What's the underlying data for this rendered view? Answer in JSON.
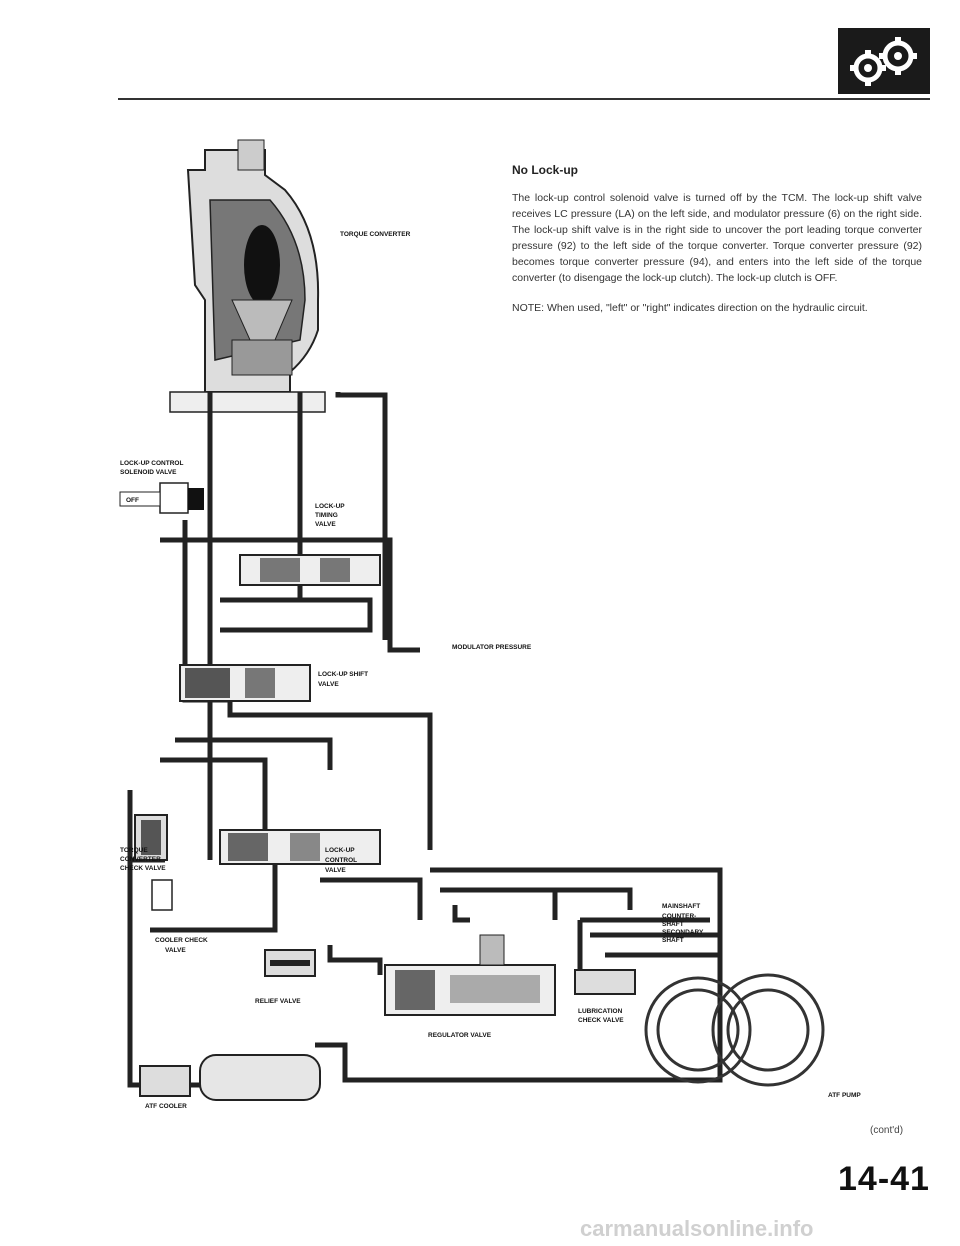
{
  "text": {
    "heading": "No Lock-up",
    "body": "The lock-up control solenoid valve is turned off by the TCM. The lock-up shift valve receives LC pressure (LA) on the left side, and modulator pressure (6) on the right side. The lock-up shift valve is in the right side to uncover the port leading torque converter pressure (92) to the left side of the torque converter. Torque converter pressure (92) becomes torque converter pressure (94), and enters into the left side of the torque converter (to disengage the lock-up clutch). The lock-up clutch is OFF.",
    "note": "NOTE: When used, \"left\" or \"right\" indicates direction on the hydraulic circuit."
  },
  "labels": {
    "torque_converter": "TORQUE CONVERTER",
    "solenoid_1": "LOCK-UP CONTROL",
    "solenoid_2": "SOLENOID VALVE",
    "off": "OFF",
    "timing_1": "LOCK-UP",
    "timing_2": "TIMING",
    "timing_3": "VALVE",
    "modulator_pressure": "MODULATOR PRESSURE",
    "shift_1": "LOCK-UP SHIFT",
    "shift_2": "VALVE",
    "tcc_1": "TORQUE",
    "tcc_2": "CONVERTER",
    "tcc_3": "CHECK VALVE",
    "control_1": "LOCK-UP",
    "control_2": "CONTROL",
    "control_3": "VALVE",
    "cooler_check_1": "COOLER CHECK",
    "cooler_check_2": "VALVE",
    "relief": "RELIEF VALVE",
    "regulator": "REGULATOR VALVE",
    "lube_1": "LUBRICATION",
    "lube_2": "CHECK VALVE",
    "mainshaft": "MAINSHAFT",
    "countershaft_1": "COUNTER-",
    "countershaft_2": "SHAFT",
    "secondary_1": "SECONDARY",
    "secondary_2": "SHAFT",
    "atf_cooler": "ATF COOLER",
    "atf_pump": "ATF PUMP"
  },
  "footer": {
    "contd": "(cont'd)",
    "page_number": "14-41",
    "watermark": "carmanualsonline.info"
  },
  "icons": {
    "logo": "gears-icon"
  }
}
